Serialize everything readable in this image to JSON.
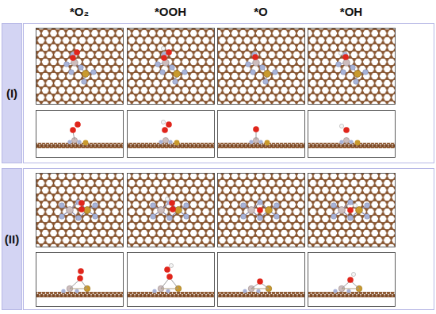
{
  "diagram": {
    "nodes": [
      {
        "text": [
          "(I)"
        ]
      },
      {
        "text": [
          "(II)"
        ]
      }
    ],
    "labels": [
      "*O₂",
      "*OOH",
      "*O",
      "*OH"
    ]
  }
}
